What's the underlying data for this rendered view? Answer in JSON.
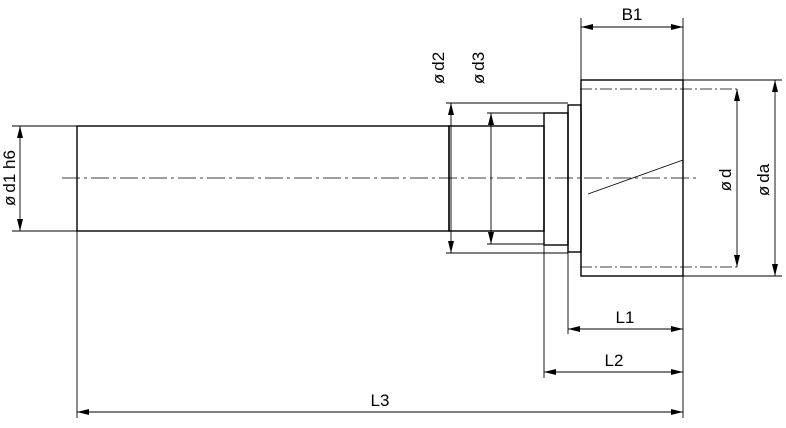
{
  "colors": {
    "line": "#000000",
    "background": "#ffffff"
  },
  "labels": {
    "B1": "B1",
    "L1": "L1",
    "L2": "L2",
    "L3": "L3",
    "d1": "d1 h6",
    "d2": "d2",
    "d3": "d3",
    "d": "d",
    "da": "da"
  },
  "diameter_symbol": "ø"
}
